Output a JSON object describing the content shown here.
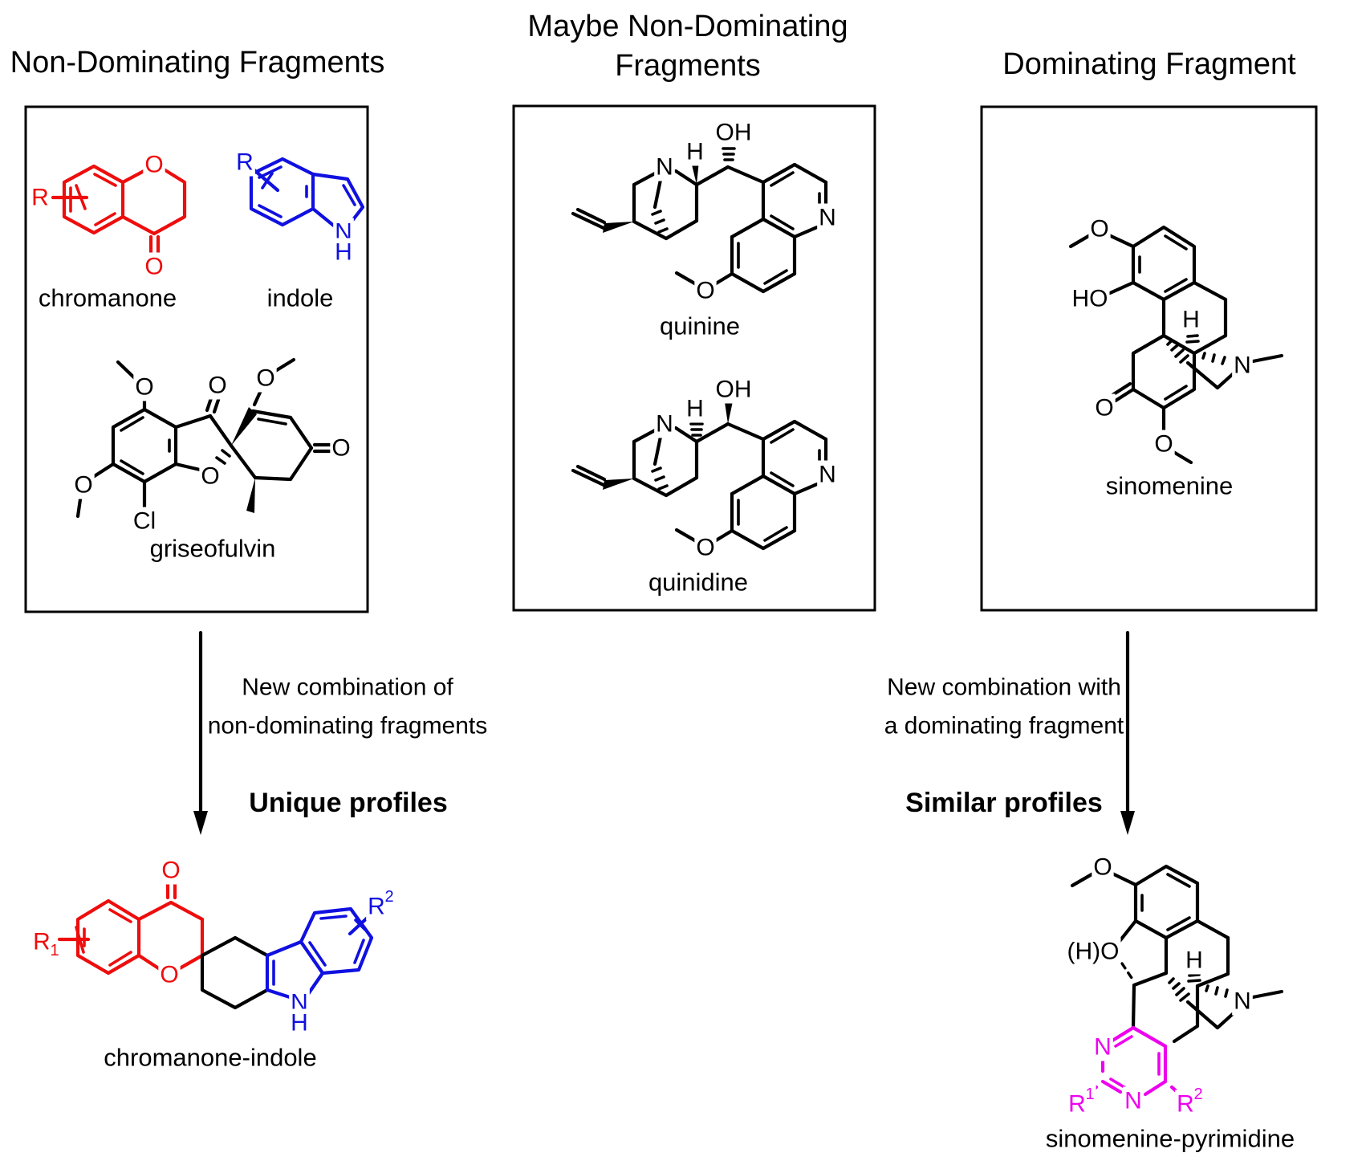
{
  "colors": {
    "background": "#ffffff",
    "black": "#000000",
    "red": "#ee0d0d",
    "blue": "#1010e0",
    "magenta": "#ee00ee"
  },
  "headings": {
    "left": "Non-Dominating Fragments",
    "middle_line1": "Maybe Non-Dominating",
    "middle_line2": "Fragments",
    "right": "Dominating Fragment"
  },
  "flows": {
    "left": {
      "line1": "New combination of",
      "line2": "non-dominating fragments",
      "result": "Unique profiles"
    },
    "right": {
      "line1": "New combination with",
      "line2": "a dominating fragment",
      "result": "Similar profiles"
    }
  },
  "molecules": {
    "chromanone": {
      "name": "chromanone",
      "labels": {
        "r": "R",
        "o_ring": "O",
        "o_carbonyl": "O"
      }
    },
    "indole": {
      "name": "indole",
      "labels": {
        "r": "R",
        "n": "N",
        "h": "H"
      }
    },
    "griseofulvin": {
      "name": "griseofulvin",
      "labels": {
        "o_methoxy_top": "O",
        "o_ketone": "O",
        "o_methoxy_right": "O",
        "o_enone": "O",
        "o_furan": "O",
        "o_methoxy_left": "O",
        "cl": "Cl"
      }
    },
    "quinine": {
      "name": "quinine",
      "labels": {
        "oh": "OH",
        "h": "H",
        "n_quinuclidine": "N",
        "n_quinoline": "N",
        "o_methoxy": "O"
      }
    },
    "quinidine": {
      "name": "quinidine",
      "labels": {
        "oh": "OH",
        "h": "H",
        "n_quinuclidine": "N",
        "n_quinoline": "N",
        "o_methoxy": "O"
      }
    },
    "sinomenine": {
      "name": "sinomenine",
      "labels": {
        "o_methoxy": "O",
        "ho": "HO",
        "h": "H",
        "n": "N",
        "o_ketone": "O",
        "o_enol": "O"
      }
    },
    "chromanone_indole": {
      "name": "chromanone-indole",
      "labels": {
        "r1_base": "R",
        "r1_sub": "1",
        "o_carbonyl": "O",
        "o_ring": "O",
        "r2_base": "R",
        "r2_sup": "2",
        "n": "N",
        "h": "H"
      }
    },
    "sinomenine_pyrimidine": {
      "name": "sinomenine-pyrimidine",
      "labels": {
        "o_methoxy": "O",
        "ho": "(H)O",
        "h": "H",
        "n_amine": "N",
        "n1": "N",
        "n3": "N",
        "r1_base": "R",
        "r1_sup": "1",
        "r2_base": "R",
        "r2_sup": "2"
      }
    }
  }
}
